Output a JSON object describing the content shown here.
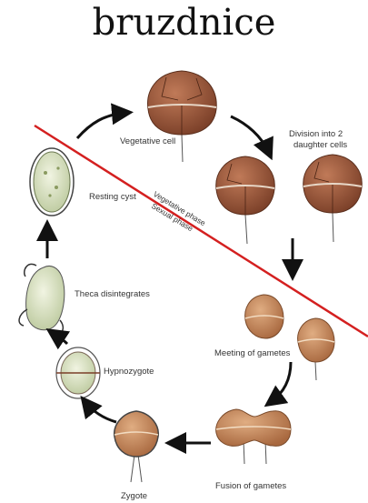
{
  "title": "bruzdnice",
  "labels": {
    "vegetative_cell": "Vegetative cell",
    "division_line1": "Division into 2",
    "division_line2": "daughter cells",
    "resting_cyst": "Resting cyst",
    "vegetative_phase": "Vegetative phase",
    "sexual_phase": "Sexual phase",
    "theca_disintegrates": "Theca disintegrates",
    "meeting_of_gametes": "Meeting of gametes",
    "hypnozygote": "Hypnozygote",
    "fusion_of_gametes": "Fusion of gametes",
    "zygote": "Zygote"
  },
  "colors": {
    "cell_brown": "#9a5a3e",
    "cell_dark": "#6b3a26",
    "gamete_tan": "#c98f62",
    "cyst_green": "#dfe6c8",
    "divider_red": "#d42020",
    "arrow": "#111111"
  }
}
